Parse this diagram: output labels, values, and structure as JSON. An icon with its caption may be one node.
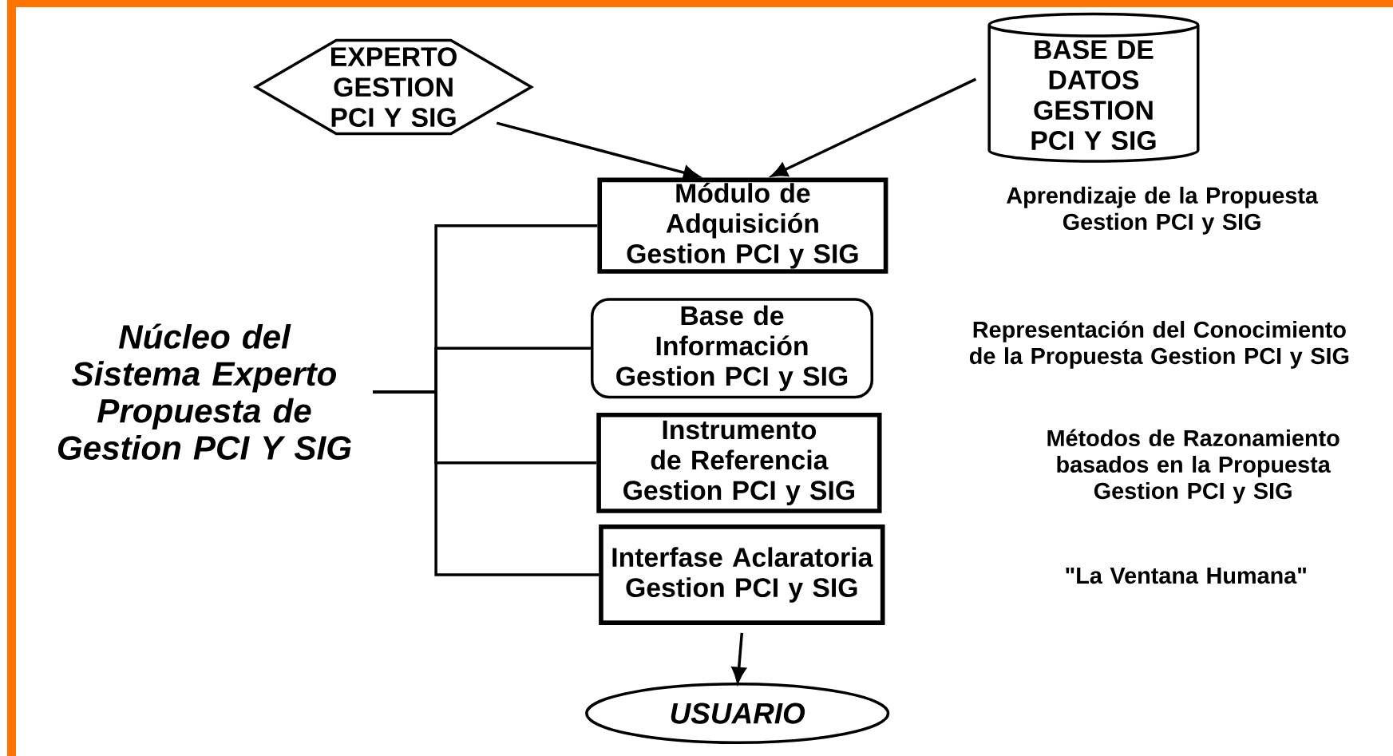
{
  "diagram": {
    "nodes": [
      {
        "text": [
          "EXPERTO GESTION PCI Y SIG"
        ]
      },
      {
        "text": [
          "BASE DE DATOS GESTION PCI Y SIG"
        ]
      },
      {
        "text": [
          "Módulo de Adquisición Gestion PCI y SIG"
        ]
      },
      {
        "text": [
          "Base de Información Gestion PCI y SIG"
        ]
      },
      {
        "text": [
          "Instrumento de Referencia Gestion PCI y SIG"
        ]
      },
      {
        "text": [
          "Interfase Aclaratoria Gestion PCI y SIG"
        ]
      },
      {
        "text": [
          "USUARIO"
        ]
      },
      {
        "text": [
          "Núcleo del Sistema Experto Propuesta de Gestion PCI Y SIG"
        ]
      }
    ],
    "edges": [
      {
        "from": 0,
        "to": 2,
        "arrow": "to"
      },
      {
        "from": 1,
        "to": 2,
        "arrow": "to"
      },
      {
        "from": 5,
        "to": 6,
        "arrow": "to"
      },
      {
        "from": 7,
        "to": 2,
        "arrow": "none"
      },
      {
        "from": 7,
        "to": 3,
        "arrow": "none"
      },
      {
        "from": 7,
        "to": 4,
        "arrow": "none"
      },
      {
        "from": 7,
        "to": 5,
        "arrow": "none"
      }
    ],
    "labels": [
      "Aprendizaje de la Propuesta Gestion PCI y SIG",
      "Representación del Conocimiento de la Propuesta Gestion PCI y SIG",
      "Métodos de Razonamiento basados en la Propuesta Gestion PCI y SIG",
      "\"La Ventana Humana\""
    ]
  }
}
